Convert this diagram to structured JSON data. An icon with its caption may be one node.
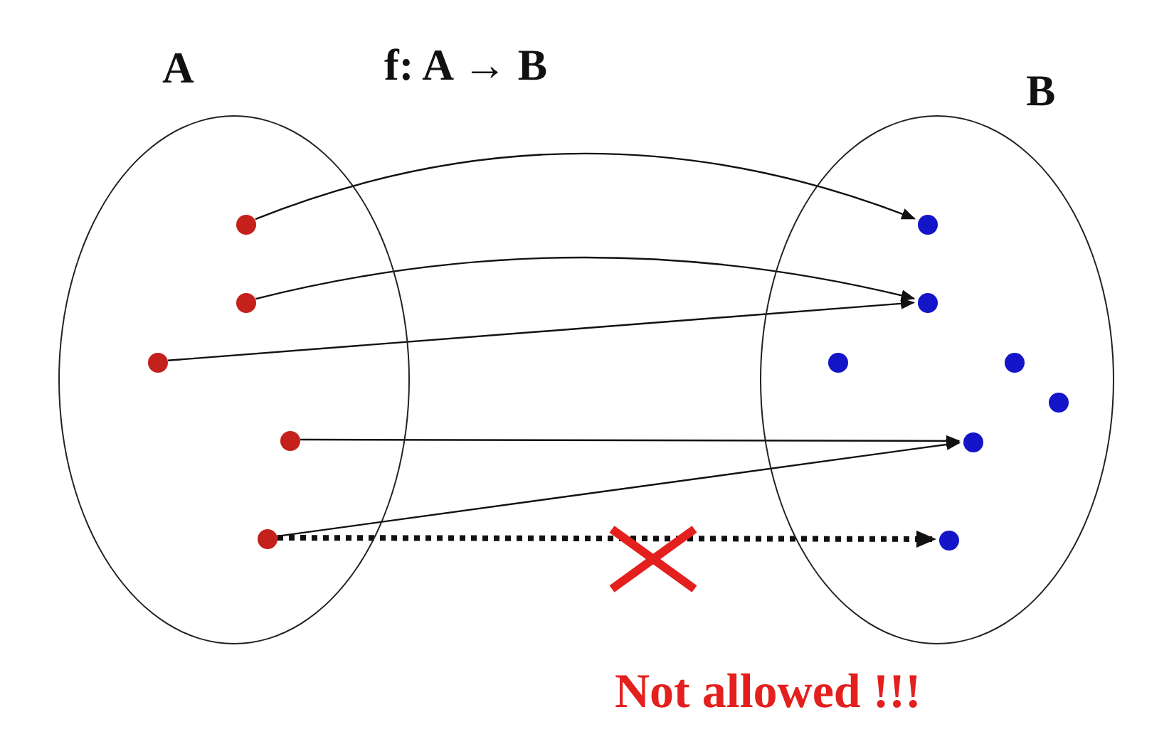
{
  "diagram": {
    "title": "f: A → B",
    "nodes": [
      {
        "text": [
          "A"
        ]
      },
      {
        "text": [
          "B"
        ]
      },
      {
        "text": [],
        "shape": "circle",
        "in": 0
      },
      {
        "text": [],
        "shape": "circle",
        "in": 0
      },
      {
        "text": [],
        "shape": "circle",
        "in": 0
      },
      {
        "text": [],
        "shape": "circle",
        "in": 0
      },
      {
        "text": [],
        "shape": "circle",
        "in": 0
      },
      {
        "text": [],
        "shape": "circle",
        "in": 1
      },
      {
        "text": [],
        "shape": "circle",
        "in": 1
      },
      {
        "text": [],
        "shape": "circle",
        "in": 1
      },
      {
        "text": [],
        "shape": "circle",
        "in": 1
      },
      {
        "text": [],
        "shape": "circle",
        "in": 1
      },
      {
        "text": [],
        "shape": "circle",
        "in": 1
      },
      {
        "text": [],
        "shape": "circle",
        "in": 1
      }
    ],
    "edges": [
      {
        "from": 2,
        "to": 7,
        "arrow": "to"
      },
      {
        "from": 3,
        "to": 8,
        "arrow": "to"
      },
      {
        "from": 4,
        "to": 8,
        "arrow": "to"
      },
      {
        "from": 5,
        "to": 12,
        "arrow": "to"
      },
      {
        "from": 6,
        "to": 12,
        "arrow": "to"
      },
      {
        "from": 6,
        "to": 13,
        "arrow": "to",
        "style": "dashed"
      }
    ],
    "labels": [
      "Not allowed !!!"
    ]
  }
}
